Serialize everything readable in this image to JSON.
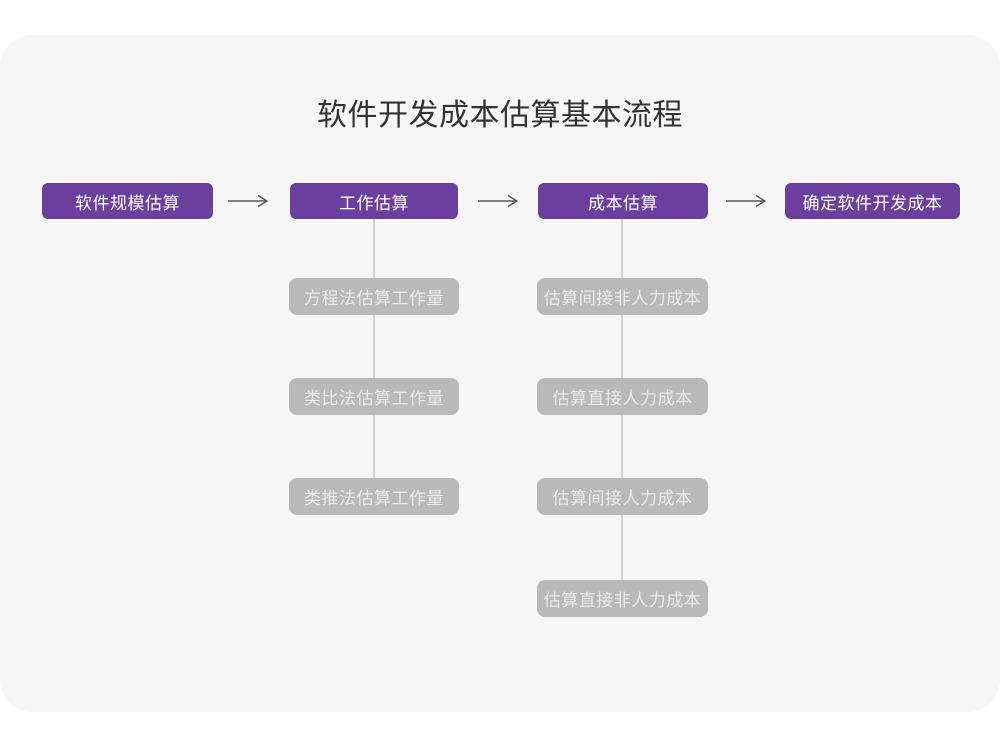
{
  "title": "软件开发成本估算基本流程",
  "colors": {
    "page_bg": "#ffffff",
    "card_bg": "#f6f6f7",
    "stage_box_bg": "#6A3F9E",
    "stage_box_text": "#ffffff",
    "sub_box_bg": "#b9b9b9",
    "sub_box_text": "#eaeaea",
    "connector_line": "#d3d3d3",
    "arrow": "#58585a",
    "title_text": "#333333"
  },
  "flow": {
    "stages": [
      {
        "label": "软件规模估算"
      },
      {
        "label": "工作估算"
      },
      {
        "label": "成本估算"
      },
      {
        "label": "确定软件开发成本"
      }
    ]
  },
  "columns": {
    "work_estimation": {
      "parent": "工作估算",
      "items": [
        "方程法估算工作量",
        "类比法估算工作量",
        "类推法估算工作量"
      ]
    },
    "cost_estimation": {
      "parent": "成本估算",
      "items": [
        "估算间接非人力成本",
        "估算直接人力成本",
        "估算间接人力成本",
        "估算直接非人力成本"
      ]
    }
  }
}
